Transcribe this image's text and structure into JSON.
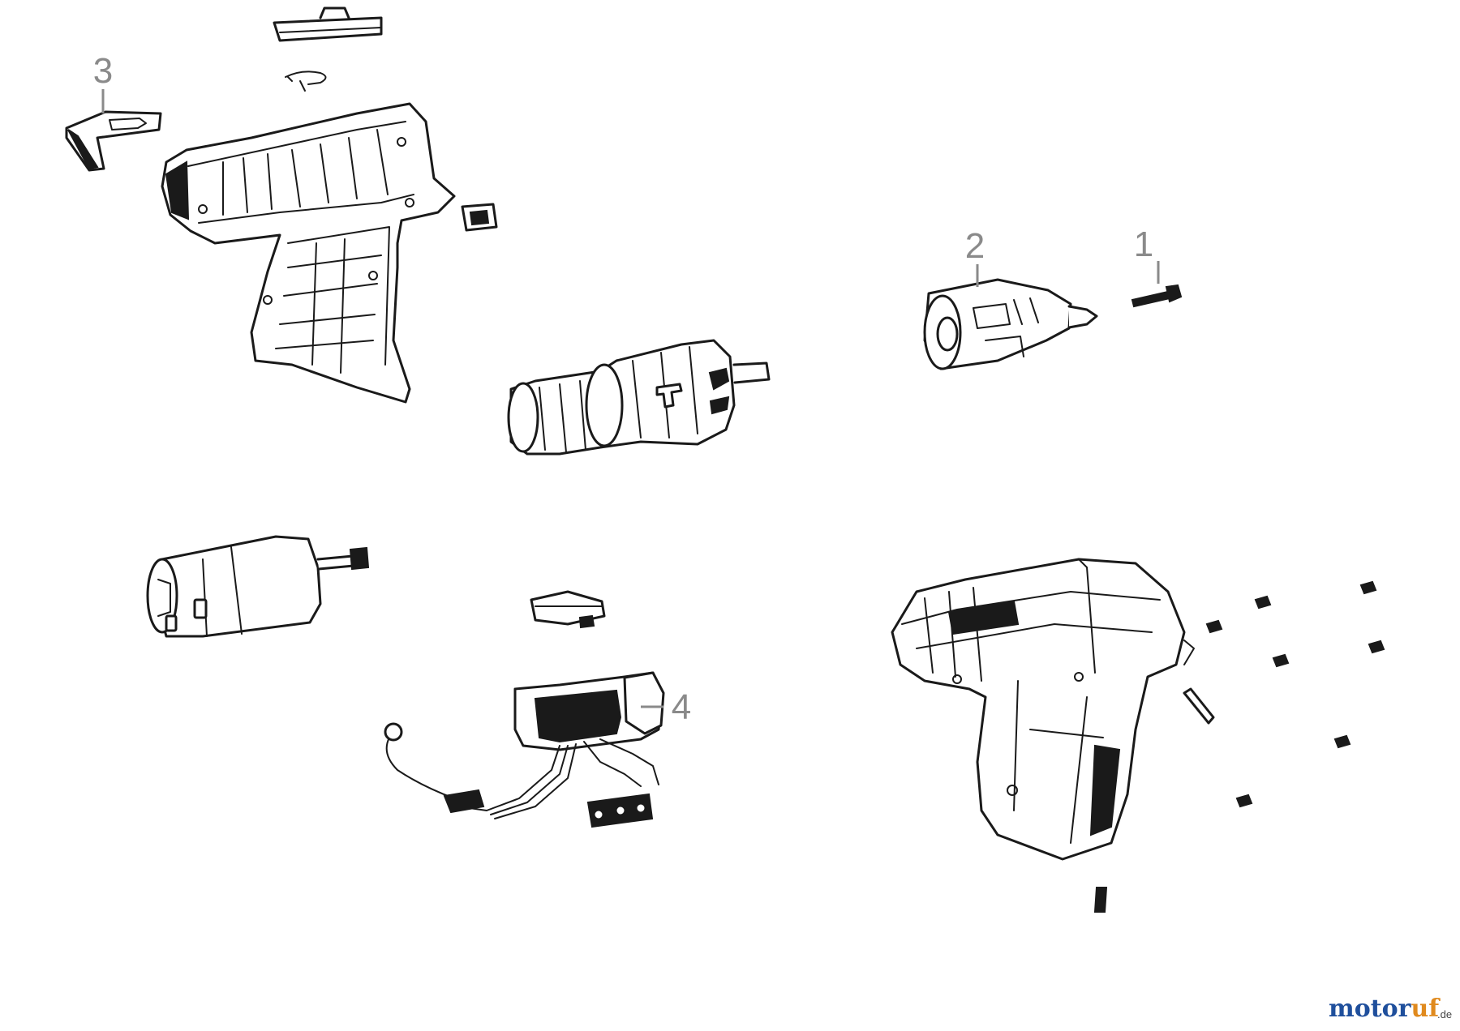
{
  "diagram": {
    "callouts": [
      {
        "id": "1",
        "label": "1"
      },
      {
        "id": "2",
        "label": "2"
      },
      {
        "id": "3",
        "label": "3"
      },
      {
        "id": "4",
        "label": "4"
      }
    ],
    "parts": [
      {
        "name": "left-housing-half",
        "callout": ""
      },
      {
        "name": "top-cover-plate",
        "callout": ""
      },
      {
        "name": "clip-spring",
        "callout": ""
      },
      {
        "name": "direction-slide-button",
        "callout": "3"
      },
      {
        "name": "small-square-insert",
        "callout": ""
      },
      {
        "name": "gearbox-assembly",
        "callout": ""
      },
      {
        "name": "keyless-chuck",
        "callout": "2"
      },
      {
        "name": "chuck-screw",
        "callout": "1"
      },
      {
        "name": "motor",
        "callout": ""
      },
      {
        "name": "led-board",
        "callout": ""
      },
      {
        "name": "switch-with-wiring",
        "callout": "4"
      },
      {
        "name": "right-housing-half",
        "callout": ""
      },
      {
        "name": "housing-screws",
        "callout": ""
      },
      {
        "name": "belt-clip-plate",
        "callout": ""
      },
      {
        "name": "label-tag",
        "callout": ""
      }
    ]
  },
  "watermark": {
    "part1": "motor",
    "part2": "uf",
    "suffix": ".de"
  },
  "colors": {
    "line": "#1a1a1a",
    "callout": "#8a8a8a",
    "watermark_blue": "#1f4f9c",
    "watermark_orange": "#e08a1e"
  }
}
